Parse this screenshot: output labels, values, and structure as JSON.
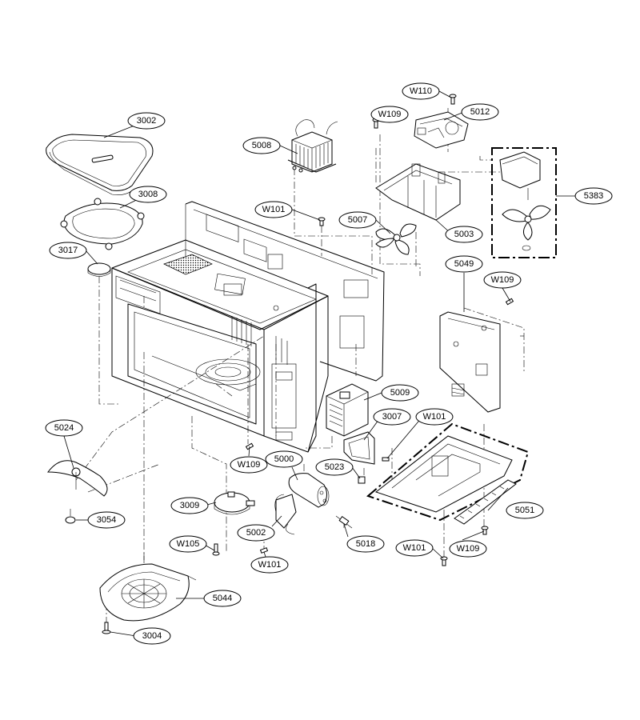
{
  "callouts": [
    {
      "id": "3002",
      "label": "3002"
    },
    {
      "id": "3008",
      "label": "3008"
    },
    {
      "id": "3017",
      "label": "3017"
    },
    {
      "id": "5008",
      "label": "5008"
    },
    {
      "id": "W101a",
      "label": "W101"
    },
    {
      "id": "W109a",
      "label": "W109"
    },
    {
      "id": "W110",
      "label": "W110"
    },
    {
      "id": "5012",
      "label": "5012"
    },
    {
      "id": "5007",
      "label": "5007"
    },
    {
      "id": "5003",
      "label": "5003"
    },
    {
      "id": "5383",
      "label": "5383"
    },
    {
      "id": "5049",
      "label": "5049"
    },
    {
      "id": "W109b",
      "label": "W109"
    },
    {
      "id": "5009",
      "label": "5009"
    },
    {
      "id": "3007",
      "label": "3007"
    },
    {
      "id": "W101b",
      "label": "W101"
    },
    {
      "id": "5023",
      "label": "5023"
    },
    {
      "id": "5024",
      "label": "5024"
    },
    {
      "id": "W109c",
      "label": "W109"
    },
    {
      "id": "5000",
      "label": "5000"
    },
    {
      "id": "3009",
      "label": "3009"
    },
    {
      "id": "5002",
      "label": "5002"
    },
    {
      "id": "5018",
      "label": "5018"
    },
    {
      "id": "5051",
      "label": "5051"
    },
    {
      "id": "3054",
      "label": "3054"
    },
    {
      "id": "W105",
      "label": "W105"
    },
    {
      "id": "W101c",
      "label": "W101"
    },
    {
      "id": "W101d",
      "label": "W101"
    },
    {
      "id": "W109d",
      "label": "W109"
    },
    {
      "id": "5044",
      "label": "5044"
    },
    {
      "id": "3004",
      "label": "3004"
    }
  ]
}
